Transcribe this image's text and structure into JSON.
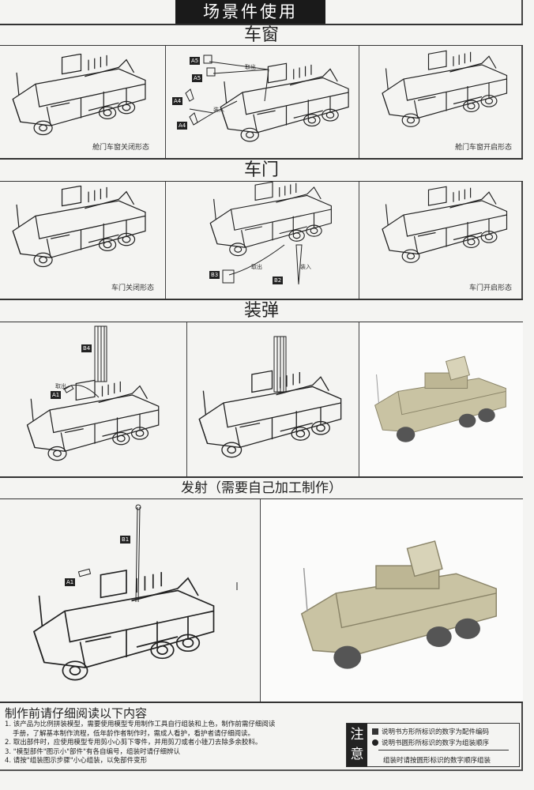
{
  "banner": "场景件使用",
  "sections": [
    {
      "title": "车窗",
      "captions": [
        "舱门车窗关闭形态",
        "舱门车窗开启形态"
      ],
      "labels": {
        "take_out": "取出",
        "put_in": "装入"
      },
      "parts": [
        "A5",
        "A5",
        "A4",
        "A4"
      ]
    },
    {
      "title": "车门",
      "captions": [
        "车门关闭形态",
        "车门开启形态"
      ],
      "labels": {
        "take_out": "取出",
        "put_in": "装入"
      },
      "parts": [
        "B3",
        "B2"
      ]
    },
    {
      "title": "装弹",
      "labels": {
        "take_out": "取出"
      },
      "parts": [
        "B4",
        "A1"
      ]
    },
    {
      "title": "发射（需要自己加工制作）",
      "parts": [
        "B1",
        "A1"
      ]
    }
  ],
  "notes": {
    "heading": "制作前请仔细阅读以下内容",
    "items": [
      "1. 该产品为比例拼装模型，需要使用模型专用制作工具自行组装和上色，制作前需仔细阅读",
      "   手册，了解基本制作流程，低年龄作者制作时，需成人看护，看护者请仔细阅读。",
      "2. 取出部件时，应使用模型专用剪小心剪下零件，并用剪刀或者小锉刀去除多余胶料。",
      "3. \"模型部件\"图示小\"部件\"有各自编号，组装时请仔细辨认",
      "4. 请按\"组装图示步骤\"小心组装，以免部件变形"
    ]
  },
  "attention": {
    "badge": "注意",
    "square_note": "说明书方形所标识的数字为配件编码",
    "circle_note": "说明书圆形所标识的数字为组装顺序",
    "footer": "组装时请按圆形标识的数字顺序组装"
  }
}
